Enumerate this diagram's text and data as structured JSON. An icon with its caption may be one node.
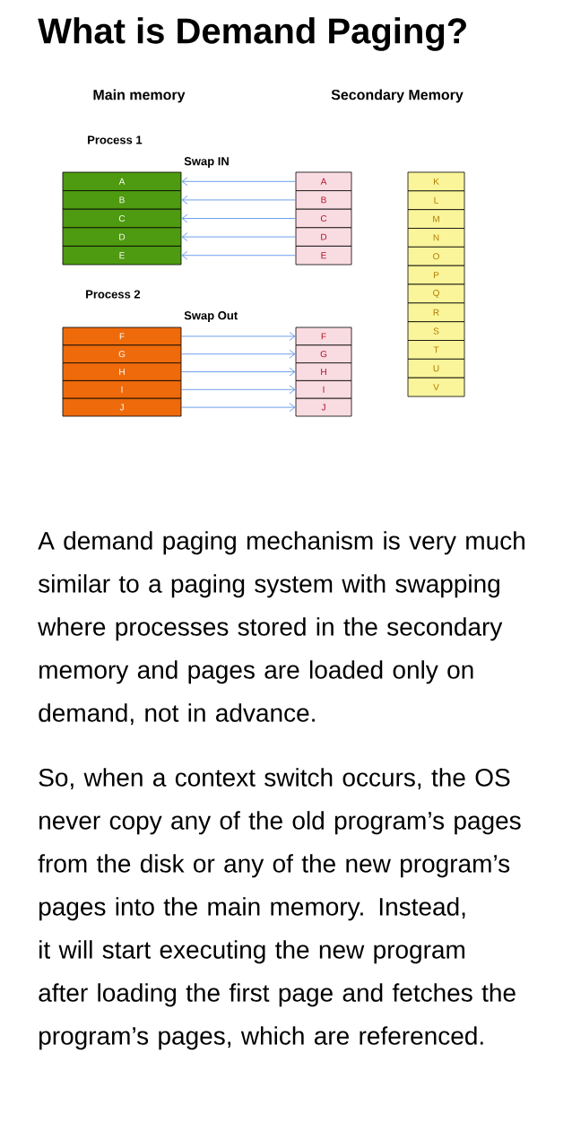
{
  "diagram": {
    "title": "What is Demand Paging?",
    "nodes": [
      {
        "text": [
          "A"
        ]
      },
      {
        "text": [
          "B"
        ]
      },
      {
        "text": [
          "C"
        ]
      },
      {
        "text": [
          "D"
        ]
      },
      {
        "text": [
          "E"
        ]
      },
      {
        "text": [
          "F"
        ]
      },
      {
        "text": [
          "G"
        ]
      },
      {
        "text": [
          "H"
        ]
      },
      {
        "text": [
          "I"
        ]
      },
      {
        "text": [
          "J"
        ]
      },
      {
        "text": [
          "A"
        ]
      },
      {
        "text": [
          "B"
        ]
      },
      {
        "text": [
          "C"
        ]
      },
      {
        "text": [
          "D"
        ]
      },
      {
        "text": [
          "E"
        ]
      },
      {
        "text": [
          "F"
        ]
      },
      {
        "text": [
          "G"
        ]
      },
      {
        "text": [
          "H"
        ]
      },
      {
        "text": [
          "I"
        ]
      },
      {
        "text": [
          "J"
        ]
      },
      {
        "text": [
          "K"
        ]
      },
      {
        "text": [
          "L"
        ]
      },
      {
        "text": [
          "M"
        ]
      },
      {
        "text": [
          "N"
        ]
      },
      {
        "text": [
          "O"
        ]
      },
      {
        "text": [
          "P"
        ]
      },
      {
        "text": [
          "Q"
        ]
      },
      {
        "text": [
          "R"
        ]
      },
      {
        "text": [
          "S"
        ]
      },
      {
        "text": [
          "T"
        ]
      },
      {
        "text": [
          "U"
        ]
      },
      {
        "text": [
          "V"
        ]
      }
    ],
    "edges": [
      {
        "from": 10,
        "to": 0,
        "arrow": "to"
      },
      {
        "from": 11,
        "to": 1,
        "arrow": "to"
      },
      {
        "from": 12,
        "to": 2,
        "arrow": "to"
      },
      {
        "from": 13,
        "to": 3,
        "arrow": "to"
      },
      {
        "from": 14,
        "to": 4,
        "arrow": "to"
      },
      {
        "from": 5,
        "to": 15,
        "arrow": "to"
      },
      {
        "from": 6,
        "to": 16,
        "arrow": "to"
      },
      {
        "from": 7,
        "to": 17,
        "arrow": "to"
      },
      {
        "from": 8,
        "to": 18,
        "arrow": "to"
      },
      {
        "from": 9,
        "to": 19,
        "arrow": "to"
      }
    ],
    "labels": [
      "Main memory",
      "Secondary Memory",
      "Process 1",
      "Swap IN",
      "Process 2",
      "Swap Out",
      "A demand paging mechanism is very much similar to a paging system with swapping where processes stored in the secondary memory and pages are loaded only on demand, not in advance.",
      "So, when a context switch occurs, the OS never copy any of the old program’s pages from the disk or any of the new program’s pages into the main memory. Instead, it will start executing the new program after loading the first page and fetches the program’s pages, which are referenced."
    ]
  }
}
